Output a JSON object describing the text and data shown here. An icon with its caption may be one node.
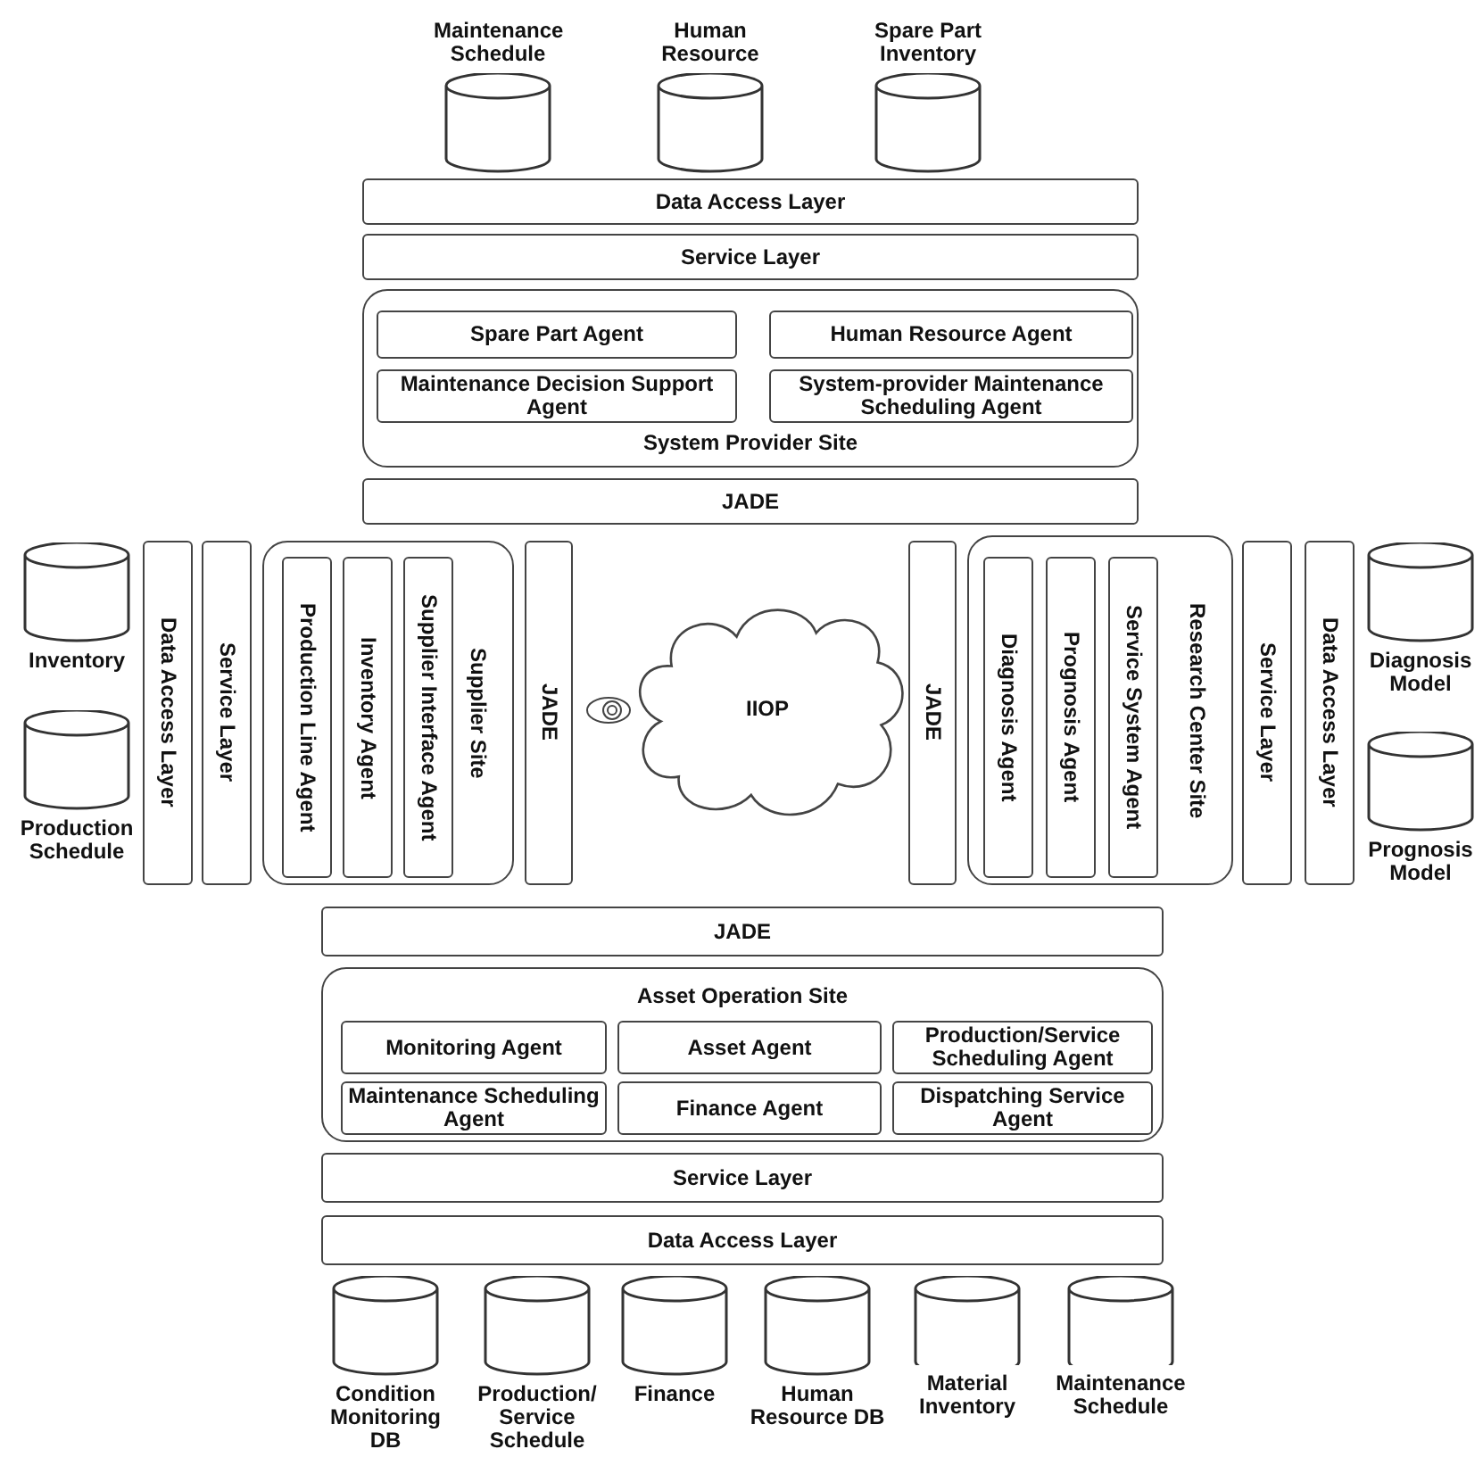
{
  "diagram": {
    "nodes": [
      {
        "text": [
          "Maintenance Schedule"
        ]
      },
      {
        "text": [
          "Human Resource"
        ]
      },
      {
        "text": [
          "Spare Part Inventory"
        ]
      },
      {
        "text": [
          "Data Access Layer"
        ]
      },
      {
        "text": [
          "Service Layer"
        ]
      },
      {
        "text": [
          "System Provider Site"
        ]
      },
      {
        "text": [
          "Spare Part Agent"
        ],
        "in": 5
      },
      {
        "text": [
          "Human Resource Agent"
        ],
        "in": 5
      },
      {
        "text": [
          "Maintenance Decision Support Agent"
        ],
        "in": 5
      },
      {
        "text": [
          "System-provider Maintenance Scheduling Agent"
        ],
        "in": 5
      },
      {
        "text": [
          "JADE"
        ]
      },
      {
        "text": [
          "Inventory"
        ]
      },
      {
        "text": [
          "Production Schedule"
        ]
      },
      {
        "text": [
          "Data Access Layer"
        ]
      },
      {
        "text": [
          "Service Layer"
        ]
      },
      {
        "text": [
          "Supplier Site"
        ]
      },
      {
        "text": [
          "Production Line Agent"
        ],
        "in": 15
      },
      {
        "text": [
          "Inventory Agent"
        ],
        "in": 15
      },
      {
        "text": [
          "Supplier Interface Agent"
        ],
        "in": 15
      },
      {
        "text": [
          "JADE"
        ]
      },
      {
        "text": [
          "IIOP"
        ]
      },
      {
        "text": [
          "JADE"
        ]
      },
      {
        "text": [
          "Research Center Site"
        ]
      },
      {
        "text": [
          "Diagnosis Agent"
        ],
        "in": 22
      },
      {
        "text": [
          "Prognosis Agent"
        ],
        "in": 22
      },
      {
        "text": [
          "Service System Agent"
        ],
        "in": 22
      },
      {
        "text": [
          "Service Layer"
        ]
      },
      {
        "text": [
          "Data Access Layer"
        ]
      },
      {
        "text": [
          "Diagnosis Model"
        ]
      },
      {
        "text": [
          "Prognosis Model"
        ]
      },
      {
        "text": [
          "JADE"
        ]
      },
      {
        "text": [
          "Asset Operation Site"
        ]
      },
      {
        "text": [
          "Monitoring Agent"
        ],
        "in": 31
      },
      {
        "text": [
          "Asset Agent"
        ],
        "in": 31
      },
      {
        "text": [
          "Production/Service Scheduling Agent"
        ],
        "in": 31
      },
      {
        "text": [
          "Maintenance Scheduling Agent"
        ],
        "in": 31
      },
      {
        "text": [
          "Finance Agent"
        ],
        "in": 31
      },
      {
        "text": [
          "Dispatching Service Agent"
        ],
        "in": 31
      },
      {
        "text": [
          "Service Layer"
        ]
      },
      {
        "text": [
          "Data Access Layer"
        ]
      },
      {
        "text": [
          "Condition Monitoring DB"
        ]
      },
      {
        "text": [
          "Production/ Service Schedule"
        ]
      },
      {
        "text": [
          "Finance"
        ]
      },
      {
        "text": [
          "Human Resource DB"
        ]
      },
      {
        "text": [
          "Material Inventory"
        ]
      },
      {
        "text": [
          "Maintenance Schedule"
        ]
      }
    ],
    "edges": []
  }
}
